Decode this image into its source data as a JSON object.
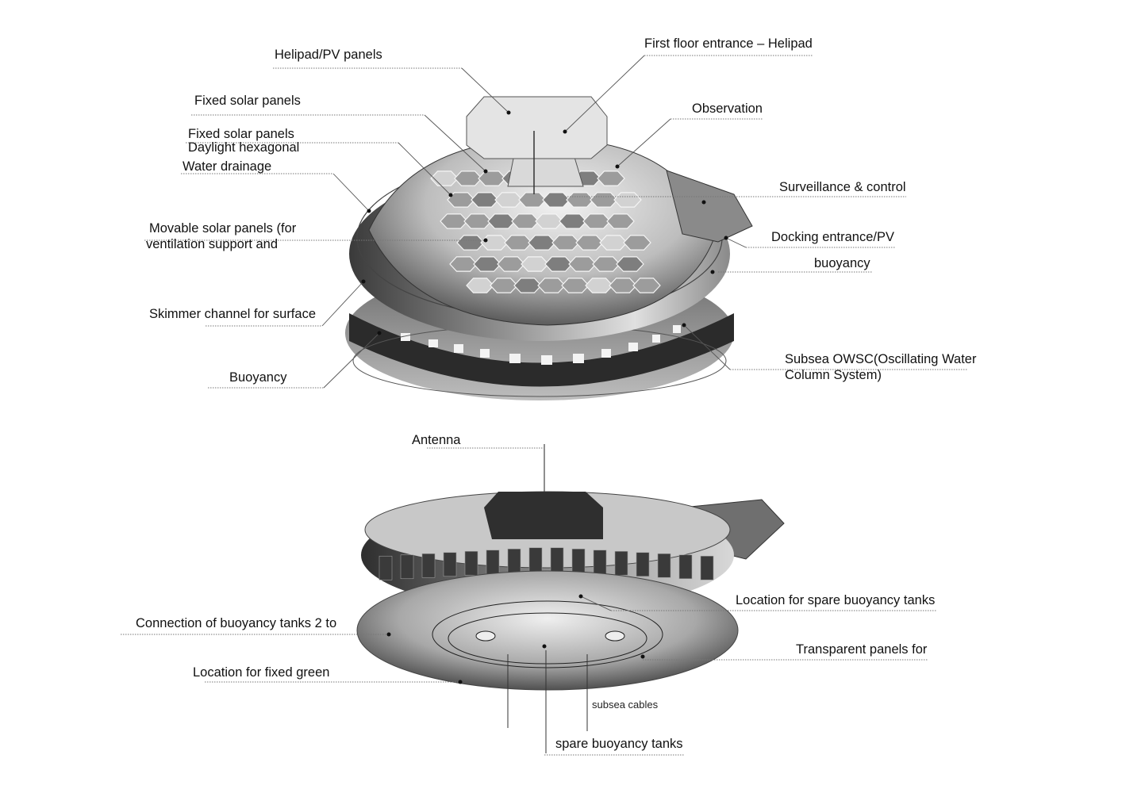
{
  "top_diagram": {
    "labels": {
      "helipad_pv": "Helipad/PV panels",
      "first_floor_entrance": "First floor entrance – Helipad",
      "fixed_solar_1": "Fixed solar panels",
      "observation": "Observation",
      "fixed_solar_2": "Fixed solar panels",
      "daylight_hex": "Daylight hexagonal",
      "water_drainage": "Water drainage",
      "surveillance": "Surveillance & control",
      "movable_solar_1": "Movable solar panels (for",
      "movable_solar_2": "ventilation support and",
      "docking": "Docking entrance/PV",
      "buoyancy_lower": "buoyancy",
      "skimmer": "Skimmer channel for surface",
      "owsc_1": "Subsea OWSC(Oscillating Water",
      "owsc_2": "Column System)",
      "buoyancy_cap": "Buoyancy"
    }
  },
  "bottom_diagram": {
    "labels": {
      "antenna": "Antenna",
      "spare_location": "Location for spare buoyancy tanks",
      "connection": "Connection of buoyancy tanks 2 to",
      "transparent": "Transparent panels for",
      "fixed_green": "Location for fixed green",
      "subsea_cables": "subsea cables",
      "spare_tanks": "spare buoyancy tanks"
    }
  },
  "colors": {
    "line": "#555555",
    "text": "#111111",
    "background": "#ffffff"
  }
}
